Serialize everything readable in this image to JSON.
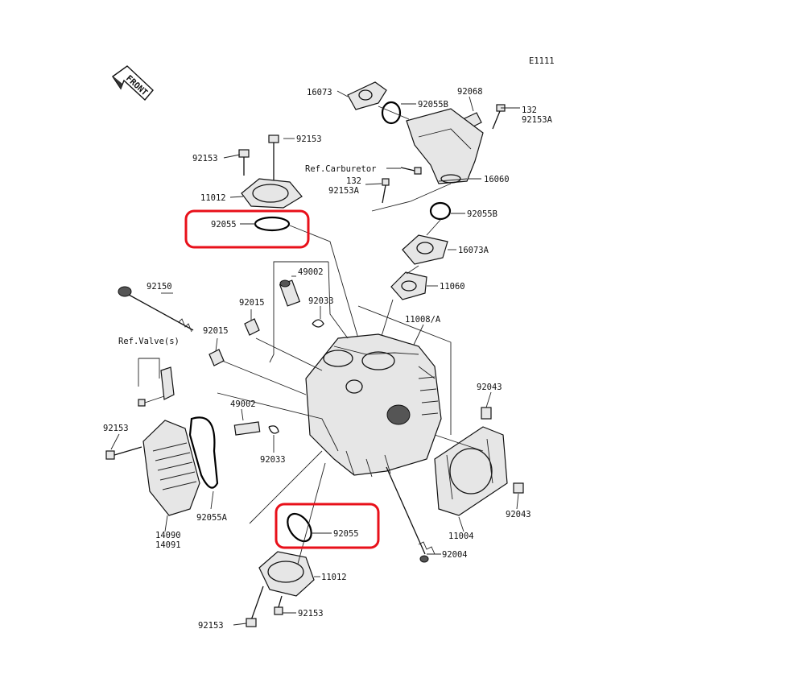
{
  "diagram_code": "E1111",
  "front_label": "FRONT",
  "colors": {
    "ink": "#111111",
    "highlight": "#e8101a",
    "background": "#ffffff"
  },
  "parts": {
    "p16073": "16073",
    "p92055B_top": "92055B",
    "p92068": "92068",
    "p132_top": "132",
    "p92153A_top": "92153A",
    "p92153_topbolt": "92153",
    "p92153_left": "92153",
    "ref_carb": "Ref.Carburetor",
    "p132_mid": "132",
    "p92153A_mid": "92153A",
    "p16060": "16060",
    "p11012_top": "11012",
    "p92055_top": "92055",
    "p92055B_mid": "92055B",
    "p16073A": "16073A",
    "p49002_top": "49002",
    "p11060": "11060",
    "p92150": "92150",
    "p92015_a": "92015",
    "p92033_top": "92033",
    "p11008A": "11008/A",
    "p92015_b": "92015",
    "ref_valve": "Ref.Valve(s)",
    "p92043_top": "92043",
    "p49002_bot": "49002",
    "p92153_side": "92153",
    "p92033_bot": "92033",
    "p92055A": "92055A",
    "p92043_bot": "92043",
    "p14090": "14090",
    "p14091": "14091",
    "p92055_bot": "92055",
    "p11004": "11004",
    "p92004": "92004",
    "p11012_bot": "11012",
    "p92153_botL": "92153",
    "p92153_botR": "92153"
  }
}
